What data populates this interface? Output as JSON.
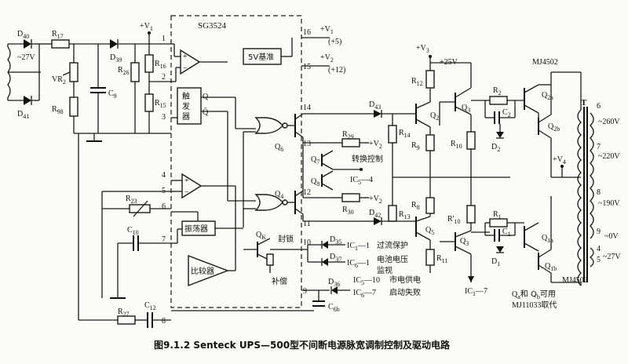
{
  "caption": "图9.1.2  Senteck UPS—500型不间断电源脉宽调制控制及驱动电路",
  "chip": {
    "name": "SG3524",
    "ref_box": "5V基准",
    "trigger": [
      "触",
      "发",
      "器"
    ],
    "oscillator": "振荡器",
    "comparator": "比较器",
    "trig_q": "Q",
    "trig_qbar": "Q̄"
  },
  "pins": [
    "1",
    "2",
    "3",
    "4",
    "5",
    "6",
    "7",
    "16",
    "15",
    "14",
    "13",
    "12",
    "11",
    "10",
    "9",
    "8"
  ],
  "rails": {
    "v1": "+V",
    "v1_sub": "1",
    "v1_out": "+V",
    "v1_out_sub": "1",
    "v1_val": "(+5)",
    "v2_out": "+V",
    "v2_out_sub": "2",
    "v2_val": "(+12)",
    "v2a": "+V",
    "v2a_sub": "2",
    "v2b": "+V",
    "v2b_sub": "2",
    "v3": "+V",
    "v3_sub": "3",
    "v3_val": "+25V",
    "v4": "+V",
    "v4_sub": "4"
  },
  "components": {
    "d40": "D",
    "d40_sub": "40",
    "d41": "D",
    "d41_sub": "41",
    "ac27": "~27V",
    "r17": "R",
    "r17_sub": "17",
    "d39": "D",
    "d39_sub": "39",
    "vr2": "VR",
    "vr2_sub": "2",
    "r98": "R",
    "r98_sub": "98",
    "c9": "C",
    "c9_sub": "9",
    "r26": "R",
    "r26_sub": "26",
    "r16": "R",
    "r16_sub": "16",
    "r15": "R",
    "r15_sub": "15",
    "r23": "R",
    "r23_sub": "23",
    "c10": "C",
    "c10_sub": "10",
    "r27": "R",
    "r27_sub": "27",
    "c12": "C",
    "c12_sub": "12",
    "q6": "Q",
    "q6_sub": "6",
    "q4": "Q",
    "q4_sub": "4",
    "r29": "R",
    "r29_sub": "29",
    "r30": "R",
    "r30_sub": "30",
    "q7": "Q",
    "q7_sub": "7",
    "q8": "Q",
    "q8_sub": "8",
    "ic54": "IC",
    "ic54_sub": "5",
    "ic54_pin": "—4",
    "zhuanhuan": "转换控制",
    "qk": "Q",
    "qk_sub": "K",
    "fengsuo": "封锁",
    "buchang": "补偿",
    "d35": "D",
    "d35_sub": "35",
    "d37": "D",
    "d37_sub": "37",
    "d36": "D",
    "d36_sub": "36",
    "ic11": "IC",
    "ic11_sub": "1",
    "ic11_pin": "—1",
    "ic61": "IC",
    "ic61_sub": "6",
    "ic61_pin": "—1",
    "ic510": "IC",
    "ic510_sub": "5",
    "ic510_pin": "—10",
    "ic67": "IC",
    "ic67_sub": "6",
    "ic67_pin": "—7",
    "c6b": "C",
    "c6b_sub": "6b",
    "note1": "过流保护",
    "note2": "电池电压",
    "note3": "监视",
    "note4": "市电供电",
    "note5": "启动失败",
    "d43": "D",
    "d43_sub": "43",
    "d42": "D",
    "d42_sub": "42",
    "r14": "R",
    "r14_sub": "14",
    "r13": "R",
    "r13_sub": "13",
    "r12": "R",
    "r12_sub": "12",
    "r9": "R",
    "r9_sub": "9",
    "r8": "R",
    "r8_sub": "8",
    "r11": "R",
    "r11_sub": "11",
    "q2": "Q",
    "q2_sub": "2",
    "q5": "Q",
    "q5_sub": "5",
    "q3a": "Q",
    "q3a_sub": "3",
    "q3b": "Q",
    "q3b_sub": "3",
    "r10a": "R",
    "r10a_sub": "10",
    "r10b": "R'",
    "r10b_sub": "10",
    "ic17": "IC",
    "ic17_sub": "1",
    "ic17_pin": "—7",
    "r2": "R",
    "r2_sub": "2",
    "c2": "C",
    "c2_sub": "2",
    "d2": "D",
    "d2_sub": "2",
    "r1": "R",
    "r1_sub": "1",
    "c1": "C",
    "c1_sub": "1",
    "d1": "D",
    "d1_sub": "1",
    "q2a": "Q",
    "q2a_sub": "2a",
    "q2b": "Q",
    "q2b_sub": "2b",
    "q1a": "Q",
    "q1a_sub": "1a",
    "q1b": "Q",
    "q1b_sub": "1b",
    "mj_top": "MJ4502",
    "mj_bot": "MJ4502",
    "transformer": "T",
    "tnote1": "Q",
    "tnote1_a": "a",
    "tnote1_mid": "和 Q",
    "tnote1_b": "b",
    "tnote1_end": "可用",
    "tnote2": "MJ11033取代"
  },
  "taps": {
    "t6": "6",
    "v260": "~260V",
    "t7": "7",
    "v220": "~220V",
    "t8": "8",
    "v190": "~190V",
    "t9": "9",
    "v0": "~0V",
    "t4": "4",
    "t5": "5",
    "v27": "~27V"
  }
}
